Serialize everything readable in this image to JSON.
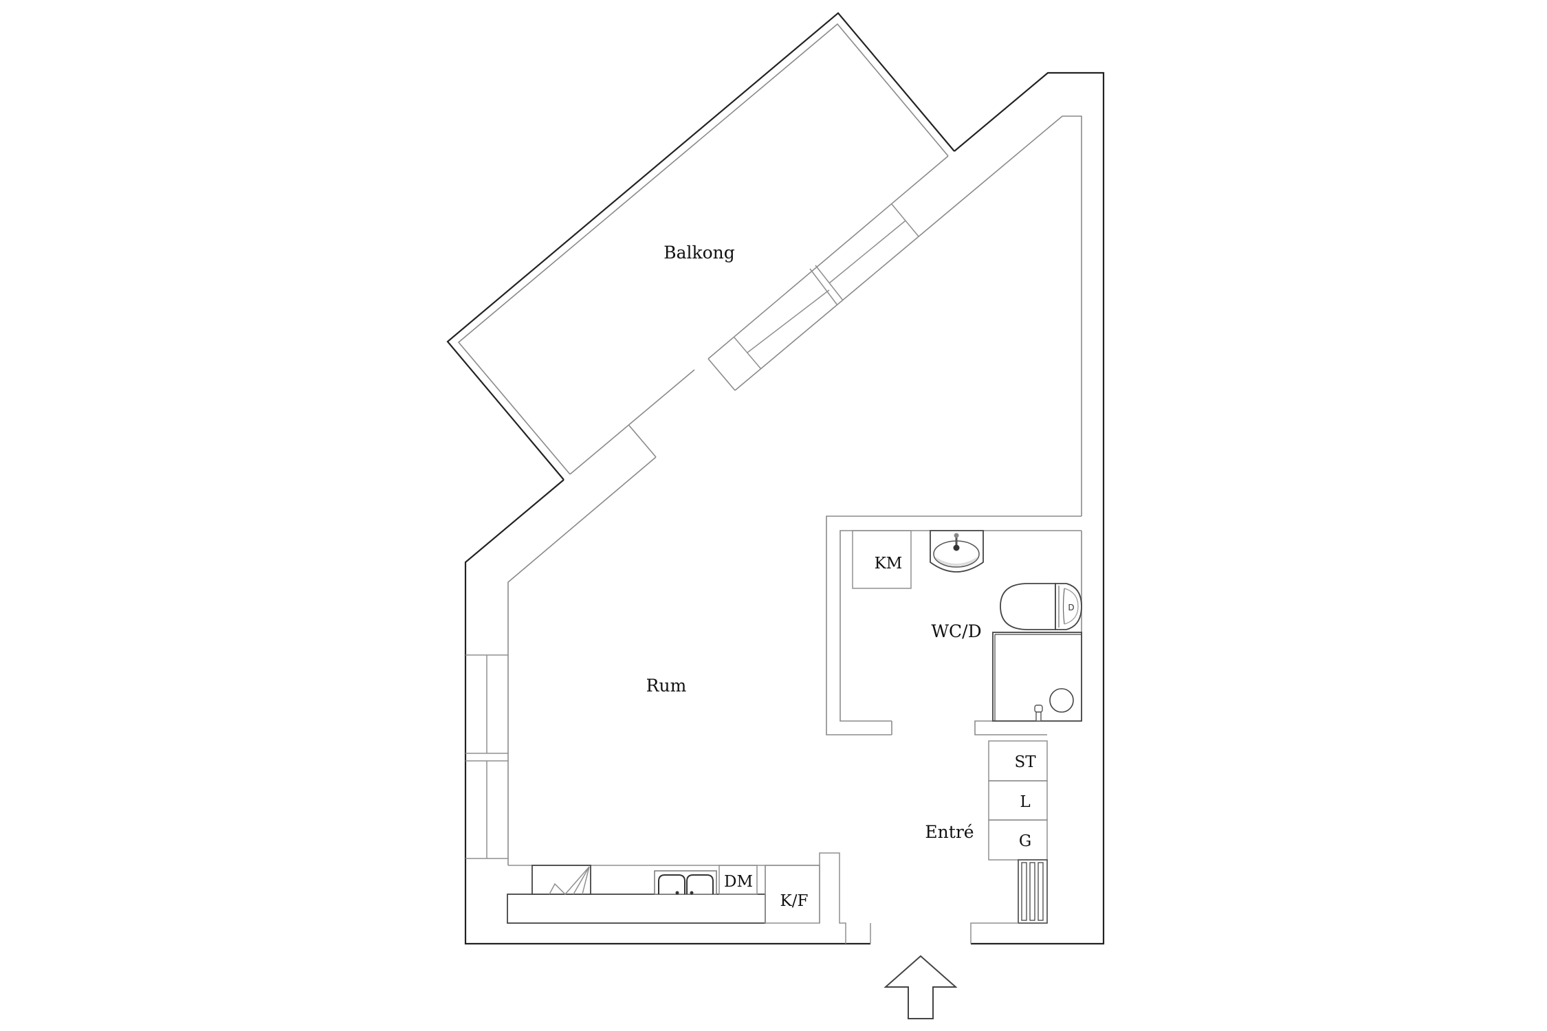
{
  "floorplan": {
    "rooms": [
      {
        "id": "balkong",
        "label": "Balkong"
      },
      {
        "id": "rum",
        "label": "Rum"
      },
      {
        "id": "wcd",
        "label": "WC/D"
      },
      {
        "id": "entre",
        "label": "Entré"
      }
    ],
    "fixtures": [
      {
        "id": "km",
        "label": "KM"
      },
      {
        "id": "dm",
        "label": "DM"
      },
      {
        "id": "kf",
        "label": "K/F"
      },
      {
        "id": "st",
        "label": "ST"
      },
      {
        "id": "l",
        "label": "L"
      },
      {
        "id": "g",
        "label": "G"
      }
    ],
    "toilet_tank_mark": "D",
    "entrance_arrow": "up-arrow",
    "colors": {
      "background": "#ffffff",
      "outer_wall": "#222222",
      "inner_line": "#8a8a8a",
      "text": "#111111"
    }
  }
}
